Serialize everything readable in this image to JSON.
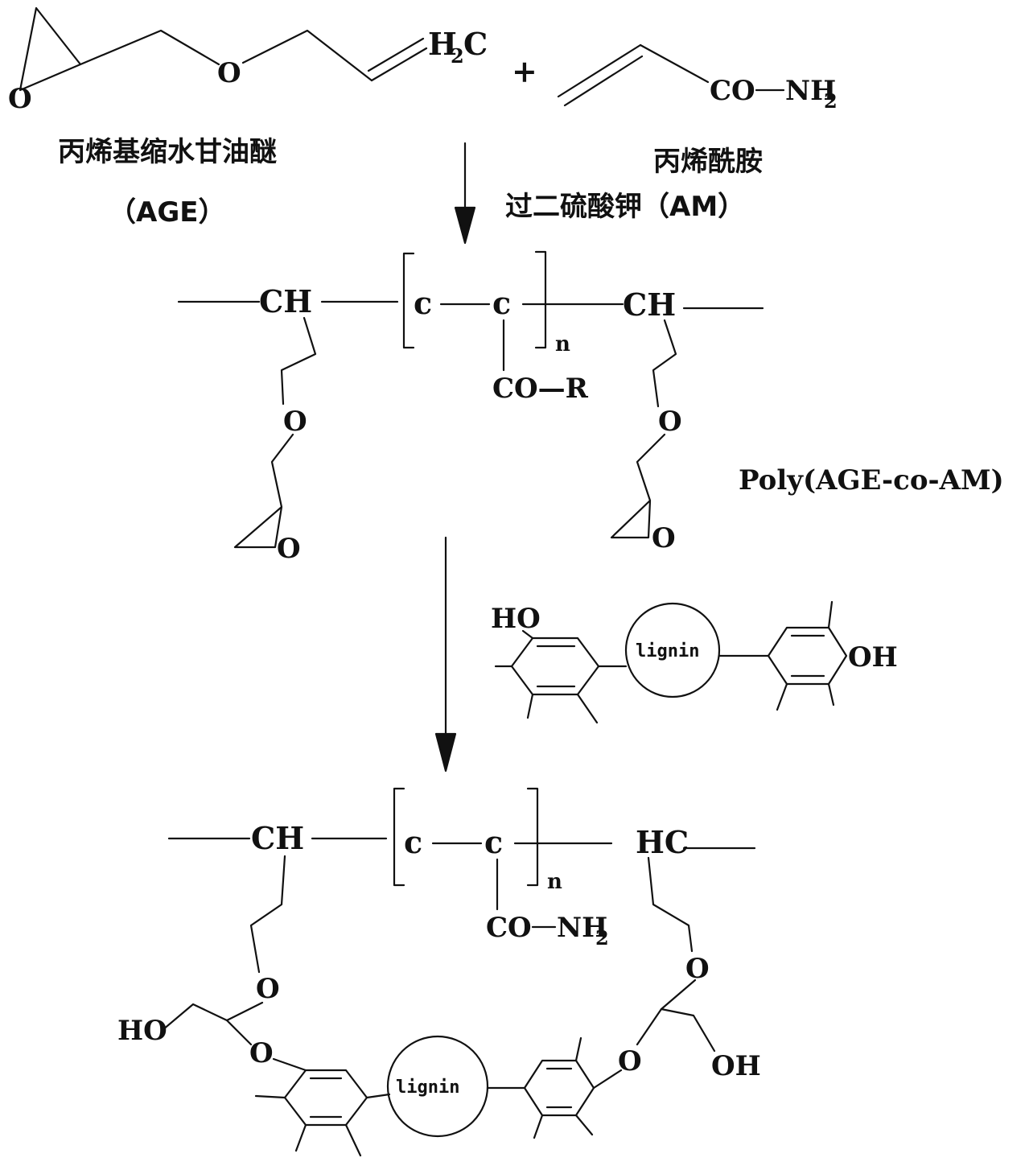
{
  "reactants": {
    "age_formula": {
      "h": "H",
      "sub": "2",
      "c": "C"
    },
    "age_ring_o": "O",
    "age_ether_o": "O",
    "age_name_cn": "丙烯基缩水甘油醚",
    "age_abbr": "（AGE）",
    "plus": "+",
    "am_co": "CO",
    "am_nh": "NH",
    "am_sub": "2",
    "am_name_cn": "丙烯酰胺",
    "catalyst": "过二硫酸钾（AM）"
  },
  "copolymer": {
    "ch_left": "CH",
    "c1": "c",
    "c2": "c",
    "n": "n",
    "co_r": "CO—R",
    "ch_right": "CH",
    "o_ether_left": "O",
    "o_ring_left": "O",
    "o_ether_right": "O",
    "o_ring_right": "O",
    "name": "Poly(AGE-co-AM)"
  },
  "lignin_reagent": {
    "ho": "HO",
    "oh": "OH",
    "core": "lignin"
  },
  "product": {
    "ch_left": "CH",
    "c1": "c",
    "c2": "c",
    "n": "n",
    "co": "CO",
    "nh": "NH",
    "sub": "2",
    "hc_right": "HC",
    "o_ether_left": "O",
    "ho_left": "HO",
    "o_aryl_left": "O",
    "core": "lignin",
    "o_ether_right": "O",
    "o_aryl_right": "O",
    "oh_right": "OH"
  }
}
